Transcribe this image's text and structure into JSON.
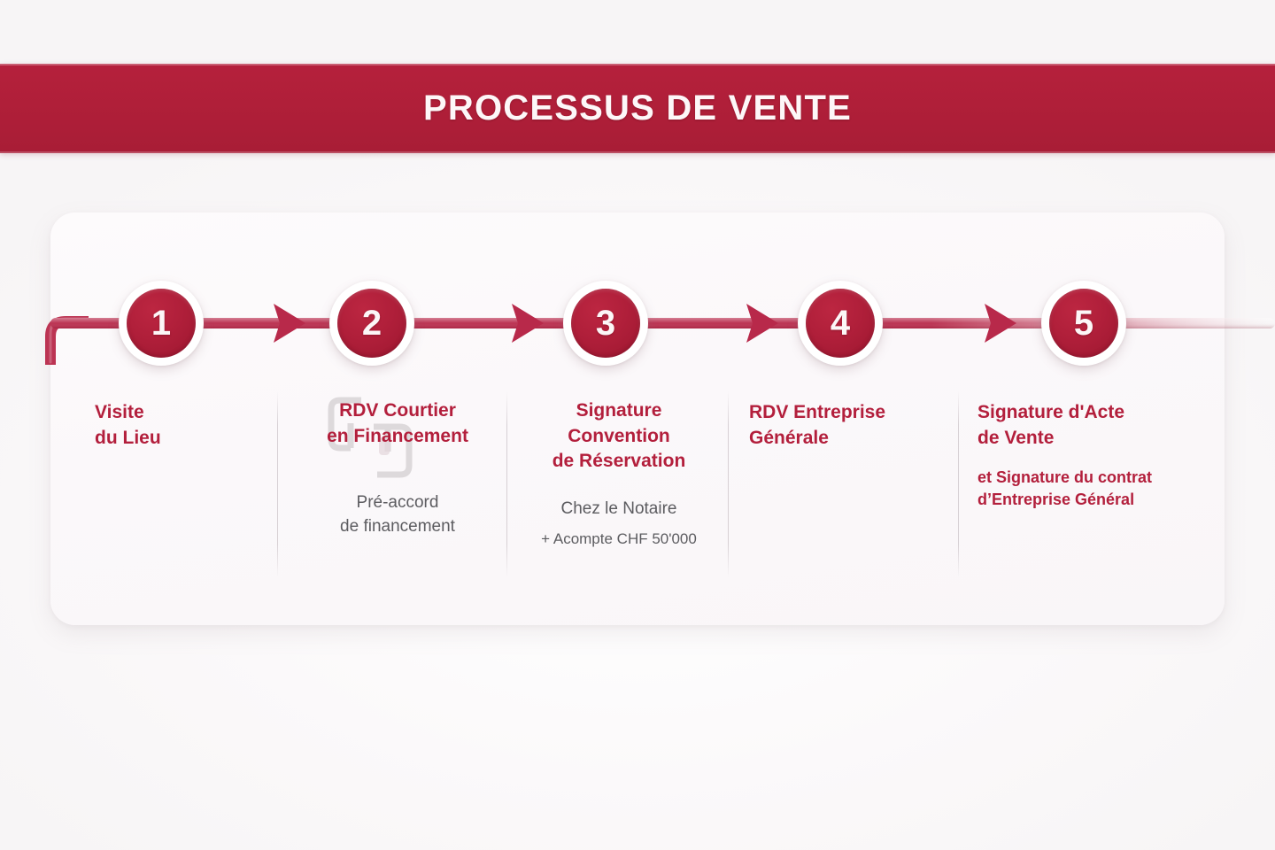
{
  "header": {
    "title": "PROCESSUS DE VENTE",
    "band_color": "#b01f39"
  },
  "theme": {
    "accent": "#b31f3c",
    "text_gray": "#5c5c60",
    "card_bg": "#fbf8fa",
    "page_bg": "#fdfcfc"
  },
  "flow": {
    "arrow_count": 4,
    "line_color": "#b8294a"
  },
  "steps": [
    {
      "number": "1",
      "title": "Visite\ndu Lieu",
      "sub": "",
      "sub2": ""
    },
    {
      "number": "2",
      "title": "RDV Courtier\nen Financement",
      "sub": "Pré-accord\nde financement",
      "sub2": ""
    },
    {
      "number": "3",
      "title": "Signature\nConvention\nde Réservation",
      "sub": "Chez le Notaire",
      "sub2": "+ Acompte CHF 50'000"
    },
    {
      "number": "4",
      "title": "RDV Entreprise\nGénérale",
      "sub": "",
      "sub2": ""
    },
    {
      "number": "5",
      "title": "Signature d'Acte\nde Vente",
      "sub": "et Signature du contrat\nd’Entreprise Général",
      "sub2": ""
    }
  ],
  "watermark": {
    "name": "company-logo-watermark"
  }
}
